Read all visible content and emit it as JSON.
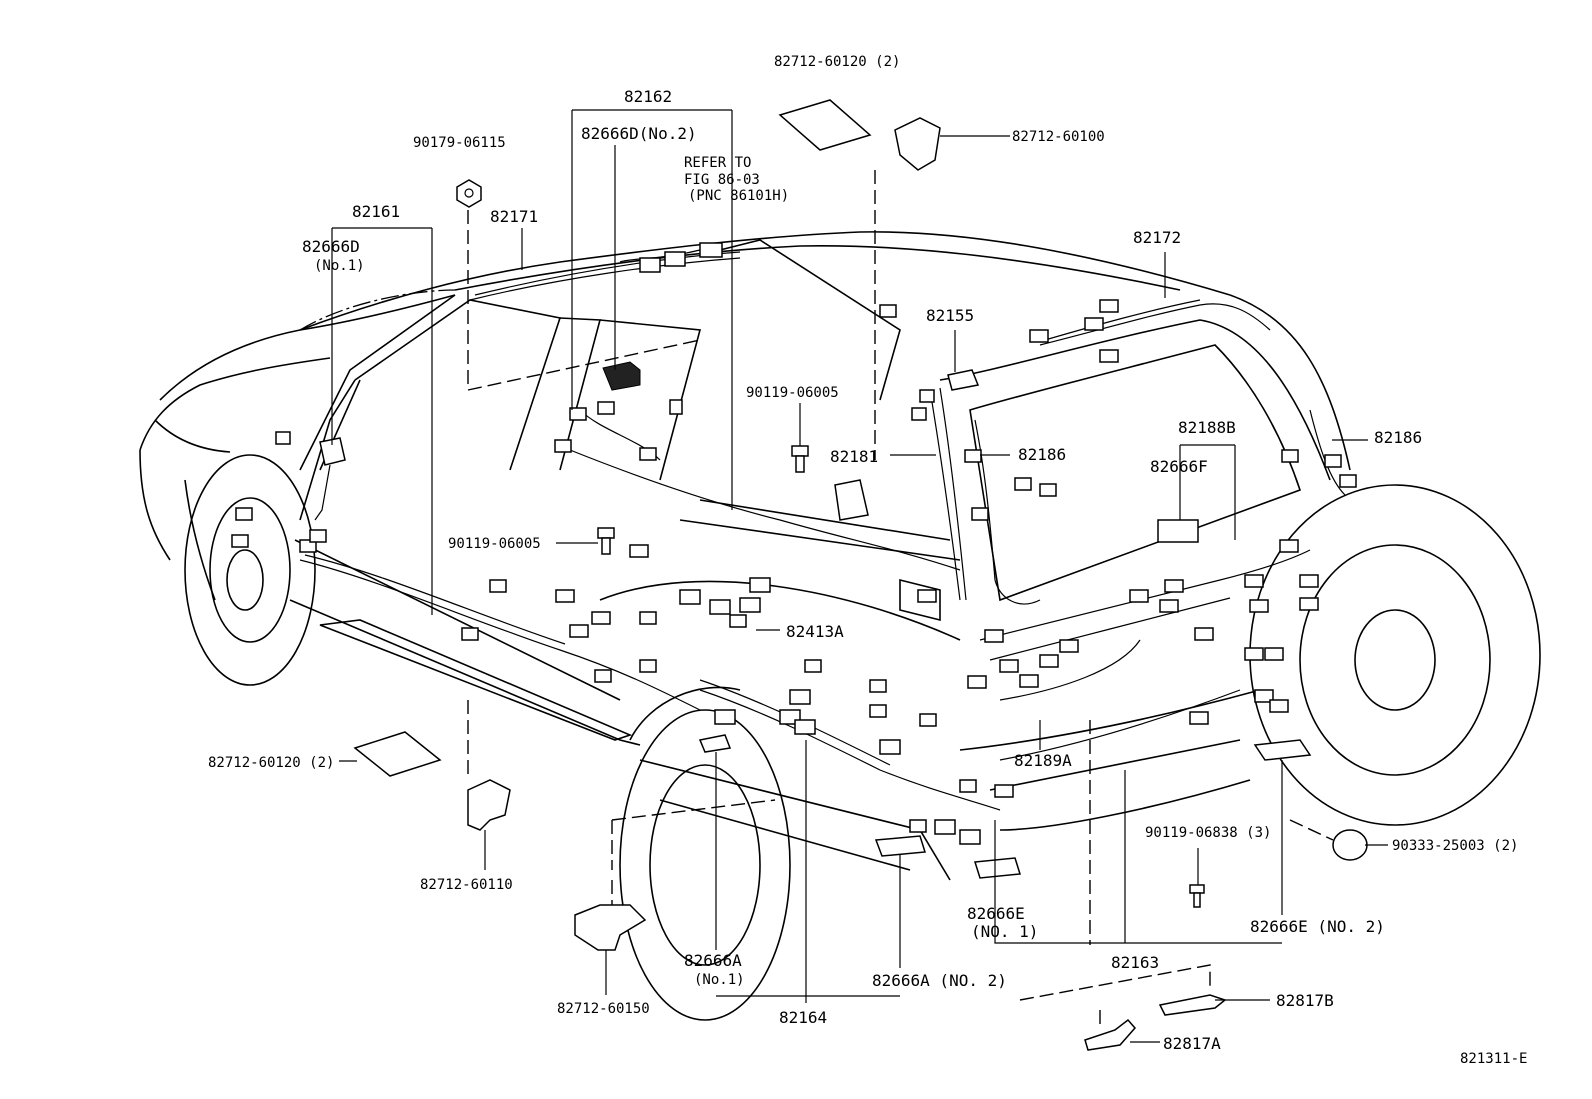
{
  "labels": {
    "p82162": "82162",
    "p82666D_no2": "82666D(No.2)",
    "refer1": "REFER TO",
    "refer2": "FIG 86-03",
    "refer3": "(PNC 86101H)",
    "p82712_60120_top": "82712-60120 (2)",
    "p82712_60100": "82712-60100",
    "p90179_06115": "90179-06115",
    "p82161": "82161",
    "p82171": "82171",
    "p82666D": "82666D",
    "no1_a": "(No.1)",
    "p82172": "82172",
    "p82155": "82155",
    "p90119_06005_a": "90119-06005",
    "p82181": "82181",
    "p82186_a": "82186",
    "p82188B": "82188B",
    "p82186_b": "82186",
    "p82666F": "82666F",
    "p90119_06005_b": "90119-06005",
    "p82413A": "82413A",
    "p82712_60120_left": "82712-60120 (2)",
    "p82189A": "82189A",
    "p90119_06838": "90119-06838 (3)",
    "p90333_25003": "90333-25003 (2)",
    "p82712_60110": "82712-60110",
    "p82666E_no1_a": "82666E",
    "p82666E_no1_b": "(NO. 1)",
    "p82666E_no2": "82666E (NO. 2)",
    "p82163": "82163",
    "p82666A_no1_a": "82666A",
    "p82666A_no1_b": "(No.1)",
    "p82666A_no2": "82666A (NO. 2)",
    "p82712_60150": "82712-60150",
    "p82164": "82164",
    "p82817B": "82817B",
    "p82817A": "82817A",
    "figure_id": "821311-E"
  }
}
